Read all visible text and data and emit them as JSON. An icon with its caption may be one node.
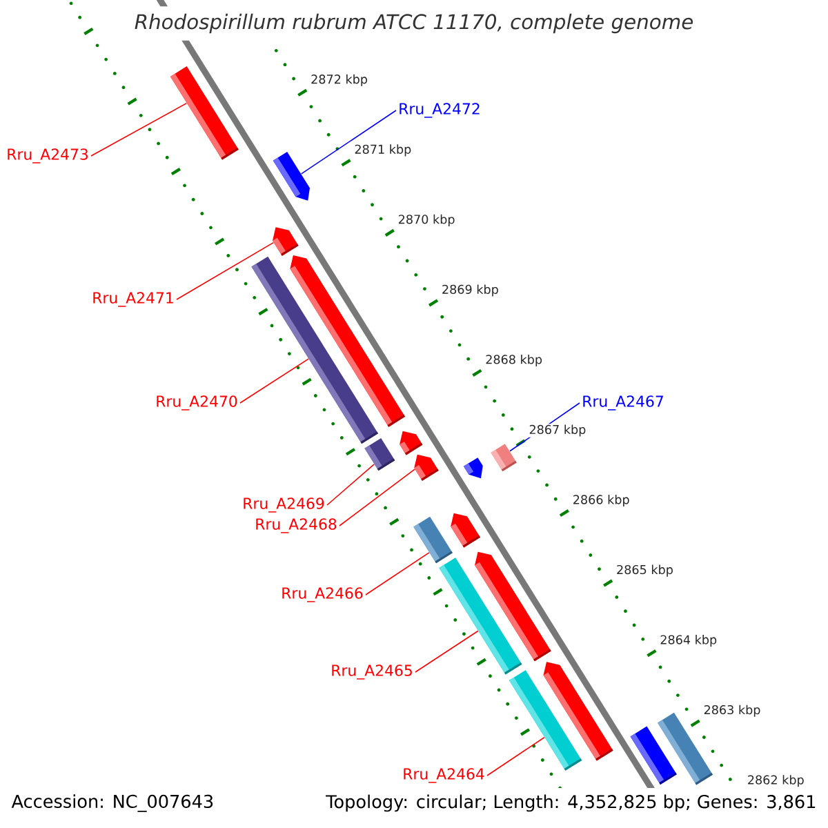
{
  "diagram": {
    "title": "Rhodospirillum rubrum ATCC 11170, complete genome",
    "nodes": [
      {
        "text": [],
        "shape": "bar"
      },
      {
        "text": [],
        "shape": "arrow"
      },
      {
        "text": [],
        "shape": "arrow"
      },
      {
        "text": [],
        "shape": "bar"
      },
      {
        "text": [],
        "shape": "arrow"
      },
      {
        "text": [],
        "shape": "bar"
      },
      {
        "text": [],
        "shape": "arrow"
      },
      {
        "text": [],
        "shape": "arrow"
      },
      {
        "text": [],
        "shape": "bar"
      },
      {
        "text": [],
        "shape": "arrow"
      },
      {
        "text": [],
        "shape": "bar"
      },
      {
        "text": [],
        "shape": "arrow"
      },
      {
        "text": [],
        "shape": "bar"
      },
      {
        "text": [],
        "shape": "arrow"
      },
      {
        "text": [],
        "shape": "bar"
      },
      {
        "text": [],
        "shape": "arrow"
      },
      {
        "text": [],
        "shape": "bar"
      },
      {
        "text": [],
        "shape": "bar"
      },
      {
        "text": [
          "Rru_A2473"
        ]
      },
      {
        "text": [
          "Rru_A2472"
        ]
      },
      {
        "text": [
          "Rru_A2471"
        ]
      },
      {
        "text": [
          "Rru_A2470"
        ]
      },
      {
        "text": [
          "Rru_A2467"
        ]
      },
      {
        "text": [
          "Rru_A2469"
        ]
      },
      {
        "text": [
          "Rru_A2468"
        ]
      },
      {
        "text": [
          "Rru_A2466"
        ]
      },
      {
        "text": [
          "Rru_A2465"
        ]
      },
      {
        "text": [
          "Rru_A2464"
        ]
      }
    ],
    "edges": [
      {
        "from": 18,
        "to": 0,
        "arrow": "none"
      },
      {
        "from": 19,
        "to": 1,
        "arrow": "none",
        "color": "#0000ff"
      },
      {
        "from": 20,
        "to": 2,
        "arrow": "none"
      },
      {
        "from": 21,
        "to": 3,
        "arrow": "none"
      },
      {
        "from": 22,
        "to": 8,
        "arrow": "none",
        "color": "#0000ff"
      },
      {
        "from": 23,
        "to": 5,
        "arrow": "none"
      },
      {
        "from": 24,
        "to": 7,
        "arrow": "none"
      },
      {
        "from": 25,
        "to": 10,
        "arrow": "none"
      },
      {
        "from": 26,
        "to": 12,
        "arrow": "none"
      },
      {
        "from": 27,
        "to": 14,
        "arrow": "none"
      }
    ],
    "labels": [
      "2872 kbp",
      "2871 kbp",
      "2870 kbp",
      "2869 kbp",
      "2868 kbp",
      "2867 kbp",
      "2866 kbp",
      "2865 kbp",
      "2864 kbp",
      "2863 kbp",
      "2862 kbp",
      "Accession: NC_007643",
      "Topology: circular; Length: 4,352,825 bp; Genes: 3,861"
    ]
  }
}
